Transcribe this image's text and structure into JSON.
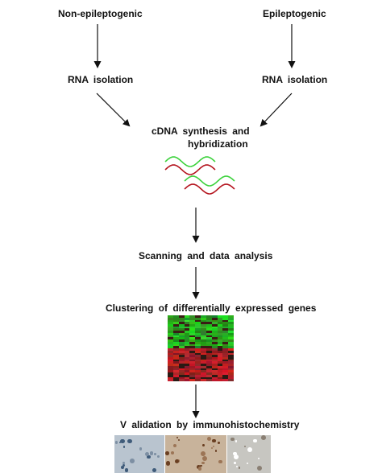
{
  "labels": {
    "left_source": "Non-epileptogenic",
    "right_source": "Epileptogenic",
    "left_rna": "RNA  isolation",
    "right_rna": "RNA  isolation",
    "cdna_line1": "cDNA  synthesis  and",
    "cdna_line2": "hybridization",
    "scanning": "Scanning  and  data  analysis",
    "clustering": "Clustering  of  differentially  expressed  genes",
    "validation": "V  alidation  by  immunohistochemistry"
  },
  "colors": {
    "text": "#111111",
    "arrow": "#111111",
    "wave_green": "#3cd23c",
    "wave_red": "#b4141e",
    "heat_green": "#2fb52f",
    "heat_red": "#c0202a",
    "ihc_panel_1": "#b9c4cf",
    "ihc_panel_2": "#c8b39b",
    "ihc_panel_3": "#c7c6c1"
  },
  "icons": [
    "arrow-down-icon",
    "arrow-diagonal-icon",
    "hybridization-wave-icon",
    "heatmap-image",
    "ihc-image"
  ]
}
